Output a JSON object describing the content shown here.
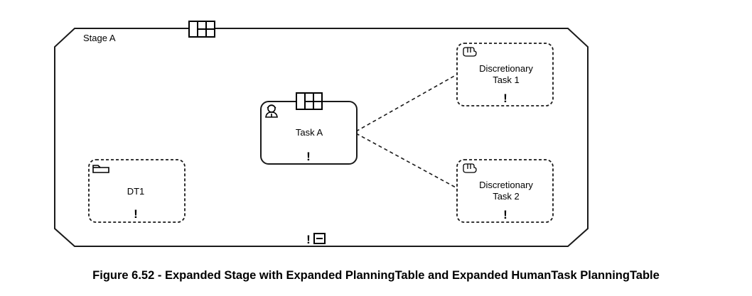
{
  "stage": {
    "label": "Stage A"
  },
  "task_a": {
    "label": "Task A",
    "marker": "!"
  },
  "dt1": {
    "label": "DT1",
    "marker": "!"
  },
  "discretionary_1": {
    "label_line1": "Discretionary",
    "label_line2": "Task 1",
    "marker": "!"
  },
  "discretionary_2": {
    "label_line1": "Discretionary",
    "label_line2": "Task 2",
    "marker": "!"
  },
  "stage_markers": {
    "manual_activation": "!"
  },
  "caption": "Figure 6.52 - Expanded Stage with Expanded PlanningTable and Expanded HumanTask PlanningTable",
  "icons": {
    "stage_planning_table": "planning-table-icon",
    "task_planning_table": "planning-table-icon",
    "human_task": "human-task-icon",
    "case_file": "folder-icon",
    "discretionary_hand_1": "hand-icon",
    "discretionary_hand_2": "hand-icon",
    "collapse": "collapse-icon"
  }
}
